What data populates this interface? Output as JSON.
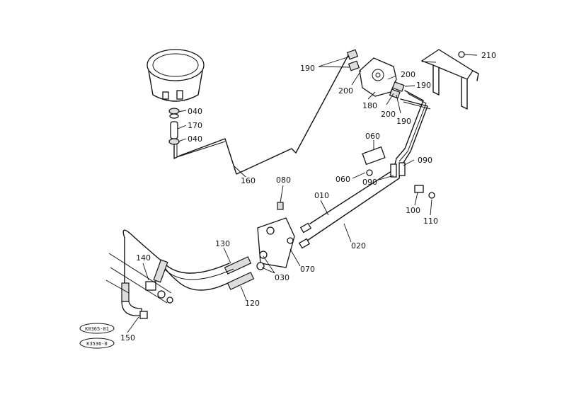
{
  "callouts": {
    "c010": "010",
    "c020": "020",
    "c030": "030",
    "c040a": "040",
    "c040b": "040",
    "c060a": "060",
    "c060b": "060",
    "c070": "070",
    "c080": "080",
    "c090a": "090",
    "c090b": "090",
    "c100": "100",
    "c110": "110",
    "c120": "120",
    "c130": "130",
    "c140": "140",
    "c150": "150",
    "c160": "160",
    "c170": "170",
    "c180": "180",
    "c190a": "190",
    "c190b": "190",
    "c190c": "190",
    "c200a": "200",
    "c200b": "200",
    "c200c": "200",
    "c210": "210"
  },
  "reference_codes": [
    "K0365-01",
    "K3536-0"
  ]
}
